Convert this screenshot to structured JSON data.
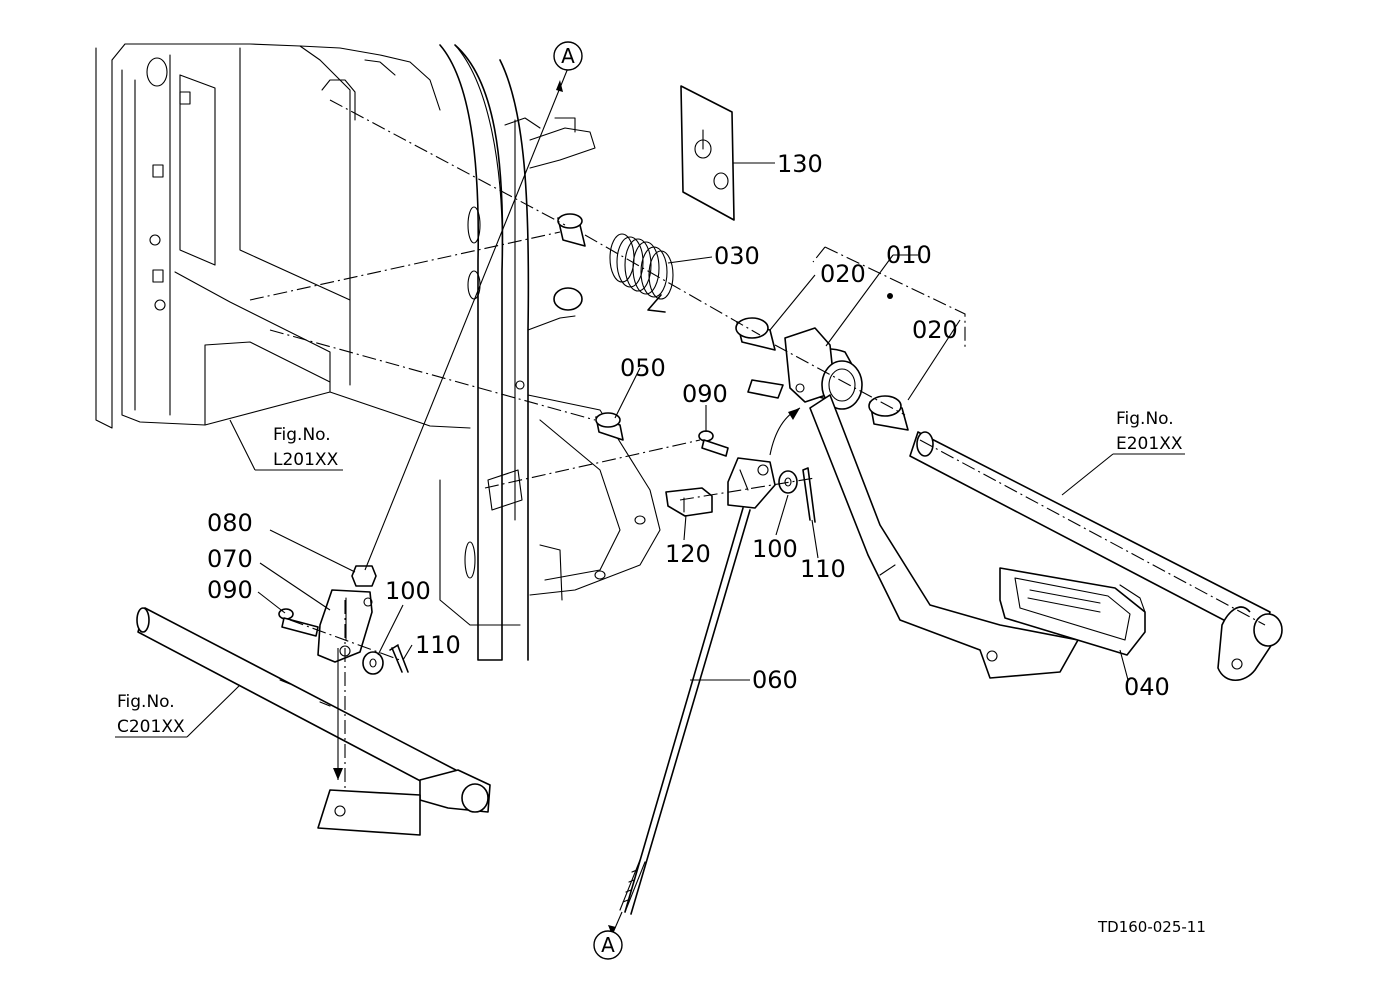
{
  "diagram_id": "TD160-025-11",
  "balloon_letter": "A",
  "part_labels": {
    "p010": "010",
    "p020_upper": "020",
    "p020_right": "020",
    "p030": "030",
    "p040": "040",
    "p050": "050",
    "p060": "060",
    "p070": "070",
    "p080": "080",
    "p090_left": "090",
    "p090_right": "090",
    "p100_left": "100",
    "p100_right": "100",
    "p110_left": "110",
    "p110_right": "110",
    "p120": "120",
    "p130": "130"
  },
  "fig_refs": {
    "left": {
      "caption": "Fig.No.",
      "code": "L201XX"
    },
    "right": {
      "caption": "Fig.No.",
      "code": "E201XX"
    },
    "bottom": {
      "caption": "Fig.No.",
      "code": "C201XX"
    }
  }
}
